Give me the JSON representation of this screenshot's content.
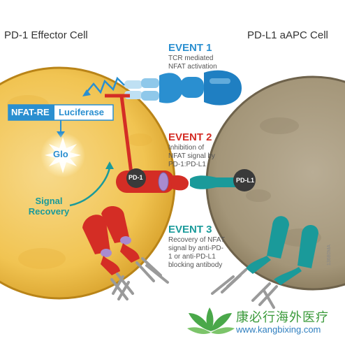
{
  "cells": {
    "effector_title": "PD-1 Effector Cell",
    "apc_title": "PD-L1 aAPC Cell"
  },
  "events": [
    {
      "title": "EVENT 1",
      "desc": "TCR mediated NFAT activation",
      "color": "#2a8fd0"
    },
    {
      "title": "EVENT 2",
      "desc": "Inhibition of NFAT signal by PD-1:PD-L1",
      "color": "#d42d25"
    },
    {
      "title": "EVENT 3",
      "desc": "Recovery of NFAT signal by anti-PD-1 or anti-PD-L1 blocking antibody",
      "color": "#1a9a9a"
    }
  ],
  "reporter": {
    "nfat_re": "NFAT-RE",
    "luciferase": "Luciferase",
    "glo": "Glo"
  },
  "labels": {
    "pd1": "PD-1",
    "pdl1": "PD-L1",
    "signal_recovery": "Signal Recovery"
  },
  "watermark": {
    "name_cn": "康必行海外医疗",
    "url": "www.kangbixing.com"
  },
  "figure_code": "13680MA",
  "colors": {
    "effector_cell": "#f3c44e",
    "apc_cell": "#a89a80",
    "receptor_blue": "#2a8fd0",
    "pd1_red": "#d42d25",
    "pdl1_teal": "#1a9a9a",
    "antibody_gray": "#9a9a9a"
  }
}
